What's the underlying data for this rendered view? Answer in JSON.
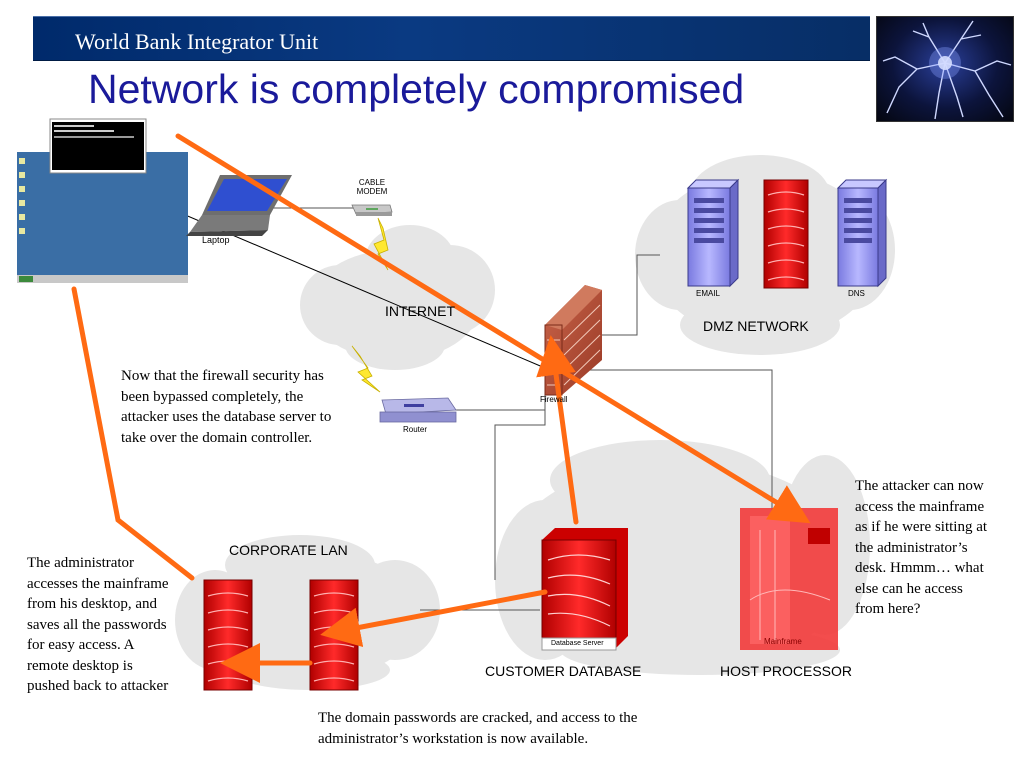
{
  "header": {
    "org": "World Bank Integrator Unit",
    "title": "Network is completely compromised"
  },
  "devices": {
    "laptop": "Laptop",
    "cable_modem": "CABLE MODEM",
    "firewall": "Firewall",
    "router": "Router",
    "email_server": "EMAIL",
    "dns_server": "DNS",
    "database_server": "Database Server",
    "mainframe": "Mainframe"
  },
  "zones": {
    "internet": "INTERNET",
    "dmz": "DMZ NETWORK",
    "corporate_lan": "CORPORATE LAN",
    "customer_database": "CUSTOMER DATABASE",
    "host_processor": "HOST PROCESSOR"
  },
  "callouts": {
    "firewall_bypassed": "Now that the firewall security has been bypassed completely, the attacker uses the database server to take over the domain controller.",
    "mainframe_access": "The attacker can now access the mainframe as if he were sitting at the administrator’s desk. Hmmm… what else can he access from here?",
    "administrator": "The administrator accesses the mainframe from his desktop, and saves all the passwords for easy access. A remote desktop is pushed back to attacker",
    "domain_passwords": "The domain passwords are cracked, and access to the administrator’s workstation is now available."
  },
  "colors": {
    "banner": "#0a3a82",
    "title": "#1a1a9a",
    "attack_arrow": "#ff6a13",
    "server_red": "#e01010",
    "server_blue": "#9a9af0",
    "cloud": "#e6e6e6"
  }
}
